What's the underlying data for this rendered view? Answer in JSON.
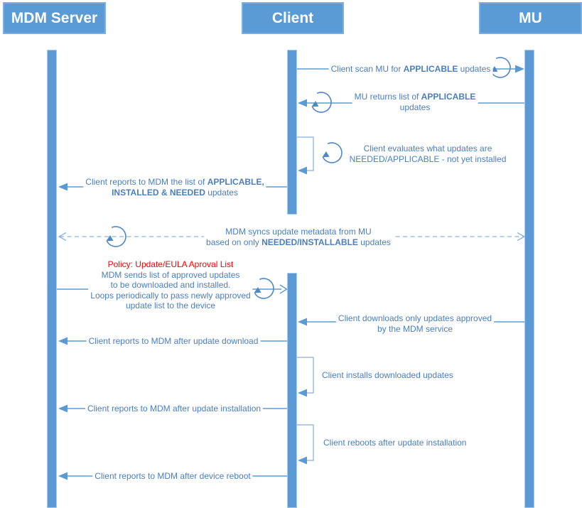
{
  "diagram_type": "sequence-diagram",
  "colors": {
    "accent": "#5B9BD5",
    "label_text": "#4A7EC0",
    "dashed_line": "#8FB3E2",
    "policy_red": "#FE0000",
    "header_text": "#FFFFFF"
  },
  "icons": {
    "loop": "circular-arrow"
  },
  "actors": {
    "mdm": "MDM Server",
    "client": "Client",
    "mu": "MU"
  },
  "messages": {
    "m1": {
      "p1": "Client scan MU for ",
      "p2": "APPLICABLE",
      "p3": " updates"
    },
    "m2": {
      "p1": "MU returns list of ",
      "p2": "APPLICABLE",
      "p3": "updates"
    },
    "m3": {
      "p1": "Client evaluates what updates are",
      "p2": "NEEDED/APPLICABLE - not yet installed"
    },
    "m4": {
      "p1": "Client reports to MDM the list of ",
      "p2": "APPLICABLE,",
      "p3": "INSTALLED & NEEDED",
      "p4": " updates"
    },
    "m5": {
      "p1": "MDM syncs update metadata from MU",
      "p2": "based on only ",
      "p3": "NEEDED/INSTALLABLE",
      "p4": " updates"
    },
    "m6": {
      "policy": "Policy: Update/EULA Aproval List",
      "p1": "MDM sends list of approved updates",
      "p2": "to be downloaded and installed.",
      "p3": "Loops periodically to pass newly approved",
      "p4": "update list to the device"
    },
    "m8": {
      "p1": "Client downloads only updates approved",
      "p2": "by the MDM service"
    },
    "m9": {
      "p1": "Client reports to MDM after update download"
    },
    "m10": {
      "p1": "Client installs downloaded updates"
    },
    "m11": {
      "p1": "Client reports to MDM after update installation"
    },
    "m12": {
      "p1": "Client reboots after update installation"
    },
    "m13": {
      "p1": "Client reports to MDM after device reboot"
    }
  }
}
